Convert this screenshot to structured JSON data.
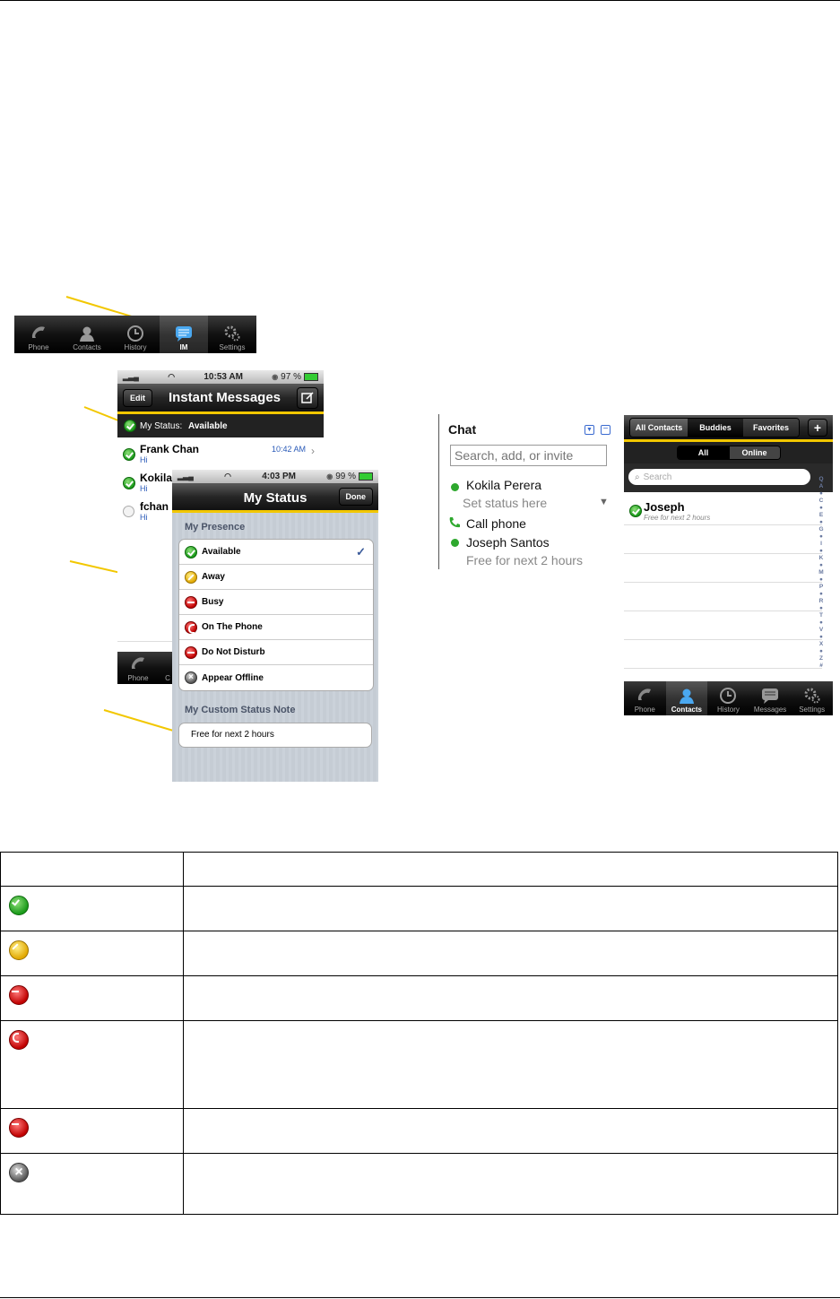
{
  "tabbar_small": {
    "tabs": [
      {
        "label": "Phone",
        "icon": "phone-icon"
      },
      {
        "label": "Contacts",
        "icon": "contacts-icon"
      },
      {
        "label": "History",
        "icon": "history-icon"
      },
      {
        "label": "IM",
        "icon": "im-icon"
      },
      {
        "label": "Settings",
        "icon": "settings-icon"
      }
    ],
    "selected": "IM"
  },
  "im_screen": {
    "status_time": "10:53 AM",
    "status_battery": "97 %",
    "edit_label": "Edit",
    "title": "Instant Messages",
    "my_status_prefix": "My Status: ",
    "my_status_value": "Available",
    "rows": [
      {
        "name": "Frank Chan",
        "sub": "Hi",
        "time": "10:42 AM"
      },
      {
        "name": "Kokila",
        "sub": "Hi"
      },
      {
        "name": "fchan",
        "sub": "Hi"
      }
    ],
    "tab_labels": [
      "Phone",
      "C"
    ]
  },
  "status_screen": {
    "status_time": "4:03 PM",
    "status_battery": "99 %",
    "title": "My Status",
    "done_label": "Done",
    "presence_header": "My Presence",
    "presence_options": [
      "Available",
      "Away",
      "Busy",
      "On The Phone",
      "Do Not Disturb",
      "Appear Offline"
    ],
    "selected": "Available",
    "note_header": "My Custom Status Note",
    "note_value": "Free for next 2 hours"
  },
  "chat_panel": {
    "title": "Chat",
    "search_placeholder": "Search, add, or invite",
    "user_name": "Kokila Perera",
    "user_status": "Set status here",
    "call_phone": "Call phone",
    "contact_name": "Joseph Santos",
    "contact_status": "Free for next 2 hours"
  },
  "contacts_screen": {
    "segments": [
      "All Contacts",
      "Buddies",
      "Favorites"
    ],
    "filters": [
      "All",
      "Online"
    ],
    "search_placeholder": "Search",
    "contact_name": "Joseph",
    "contact_note": "Free for next 2 hours",
    "index_letters": [
      "Q",
      "A",
      "●",
      "C",
      "●",
      "E",
      "●",
      "G",
      "●",
      "I",
      "●",
      "K",
      "●",
      "M",
      "●",
      "P",
      "●",
      "R",
      "●",
      "T",
      "●",
      "V",
      "●",
      "X",
      "●",
      "Z",
      "#"
    ],
    "tabs": [
      {
        "label": "Phone",
        "icon": "phone-icon"
      },
      {
        "label": "Contacts",
        "icon": "contacts-icon"
      },
      {
        "label": "History",
        "icon": "history-icon"
      },
      {
        "label": "Messages",
        "icon": "messages-icon"
      },
      {
        "label": "Settings",
        "icon": "settings-icon"
      }
    ],
    "selected": "Contacts"
  },
  "legend_table": {
    "rows": [
      {
        "icon": "available-icon"
      },
      {
        "icon": "away-icon"
      },
      {
        "icon": "busy-icon"
      },
      {
        "icon": "on-the-phone-icon"
      },
      {
        "icon": "do-not-disturb-icon"
      },
      {
        "icon": "appear-offline-icon"
      }
    ]
  },
  "colors": {
    "callout_line": "#f2c700",
    "available": "#1a9a1a",
    "away": "#e2a800",
    "busy": "#c00000",
    "offline": "#555555"
  }
}
